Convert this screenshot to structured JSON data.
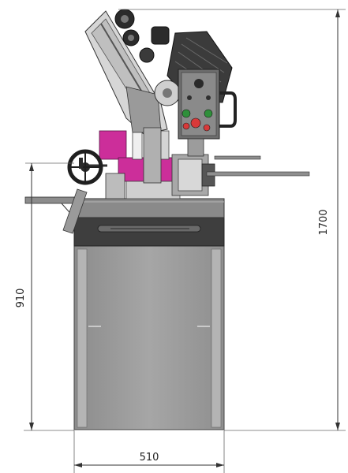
{
  "dimensions": {
    "total_height": "1700",
    "table_height": "910",
    "base_width": "510"
  },
  "colors": {
    "accent_magenta": "#cc2e9a",
    "cabinet_gray": "#9a9a9a",
    "cabinet_dark": "#5a5a5a",
    "machine_dark": "#2f2f2f",
    "machine_mid": "#7a7a7a",
    "machine_light": "#c7c7c7",
    "button_red": "#d83a3a",
    "button_green": "#2f8f3a"
  }
}
